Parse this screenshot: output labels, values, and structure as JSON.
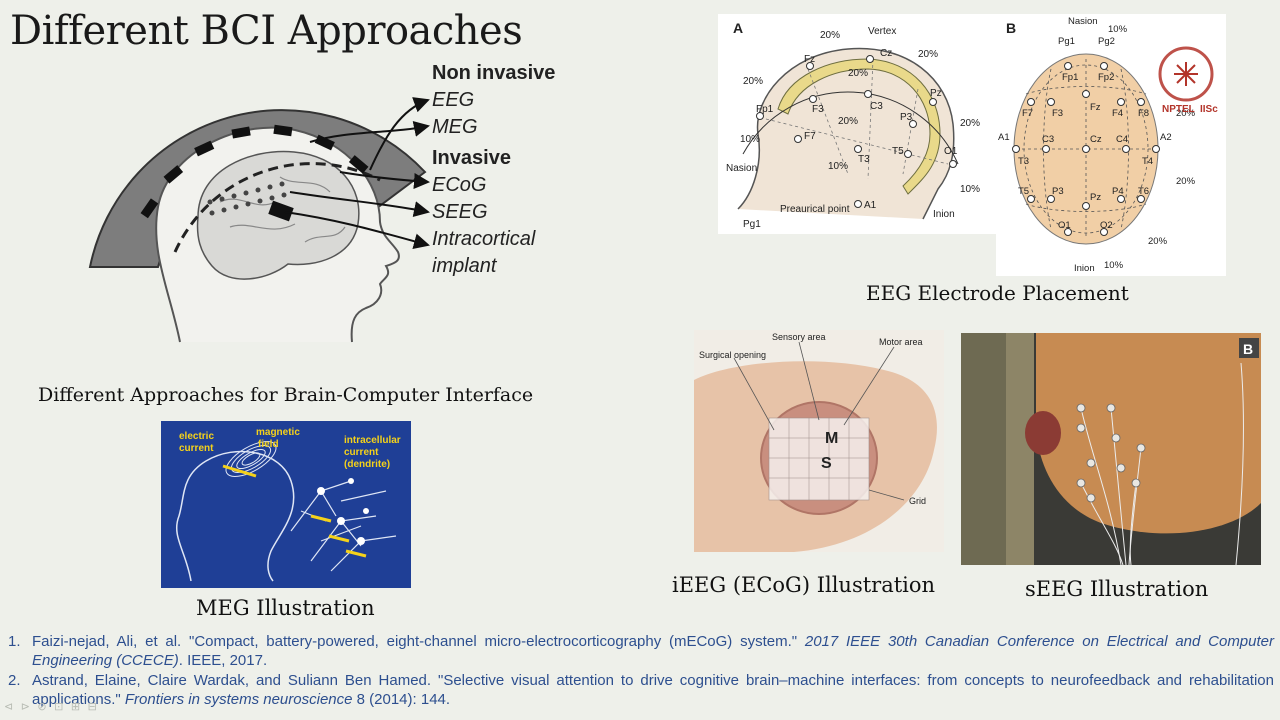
{
  "title": "Different BCI Approaches",
  "bci_diagram": {
    "caption": "Different Approaches for Brain-Computer Interface",
    "groups": [
      {
        "heading": "Non invasive",
        "items": [
          "EEG",
          "MEG"
        ]
      },
      {
        "heading": "Invasive",
        "items": [
          "ECoG",
          "SEEG",
          "Intracortical",
          "implant"
        ]
      }
    ]
  },
  "eeg_placement": {
    "caption": "EEG Electrode Placement",
    "panel_a": {
      "label": "A",
      "pct_labels": [
        "20%",
        "Vertex",
        "20%",
        "20%",
        "20%",
        "20%",
        "20%",
        "10%",
        "10%",
        "10%"
      ],
      "electrodes": [
        "Fz",
        "Cz",
        "Pz",
        "Fp1",
        "F3",
        "C3",
        "P3",
        "F7",
        "T3",
        "T5",
        "O1",
        "A1"
      ],
      "landmarks": [
        "Nasion",
        "Preaurical point",
        "Inion",
        "Pg1"
      ]
    },
    "panel_b": {
      "label": "B",
      "top": [
        "Nasion",
        "10%"
      ],
      "electrodes": [
        "Pg1",
        "Pg2",
        "Fp1",
        "Fp2",
        "F7",
        "F3",
        "Fz",
        "F4",
        "F8",
        "A1",
        "T3",
        "C3",
        "Cz",
        "C4",
        "T4",
        "A2",
        "T5",
        "P3",
        "Pz",
        "P4",
        "T6",
        "O1",
        "O2"
      ],
      "pct_labels": [
        "20%",
        "20%",
        "20%",
        "10%"
      ],
      "bottom": "Inion",
      "watermark": [
        "NPTEL",
        "IISc"
      ]
    }
  },
  "meg": {
    "caption": "MEG Illustration",
    "labels": [
      "electric",
      "current",
      "magnetic",
      "field",
      "intracellular",
      "current",
      "(dendrite)"
    ]
  },
  "ieeg": {
    "caption": "iEEG (ECoG) Illustration",
    "labels": [
      "Sensory area",
      "Motor area",
      "Surgical opening",
      "Grid"
    ],
    "grid_letters": [
      "M",
      "S"
    ]
  },
  "seeg": {
    "caption": "sEEG Illustration",
    "panel_label": "B"
  },
  "references": [
    {
      "num": "1.",
      "text": "Faizi-nejad, Ali, et al. \"Compact, battery-powered, eight-channel micro-electrocorticography (mECoG) system.\" ",
      "source": "2017 IEEE 30th Canadian Conference on Electrical and Computer Engineering (CCECE)",
      "tail": ". IEEE, 2017."
    },
    {
      "num": "2.",
      "text": "Astrand, Elaine, Claire Wardak, and Suliann Ben Hamed. \"Selective visual attention to drive cognitive brain–machine interfaces: from concepts to neurofeedback and rehabilitation applications.\" ",
      "source": "Frontiers in systems neuroscience",
      "tail": " 8 (2014): 144."
    }
  ],
  "nav_glyphs": "⊲ ⊳ ⊘ ⊡ ⊞ ⊟"
}
